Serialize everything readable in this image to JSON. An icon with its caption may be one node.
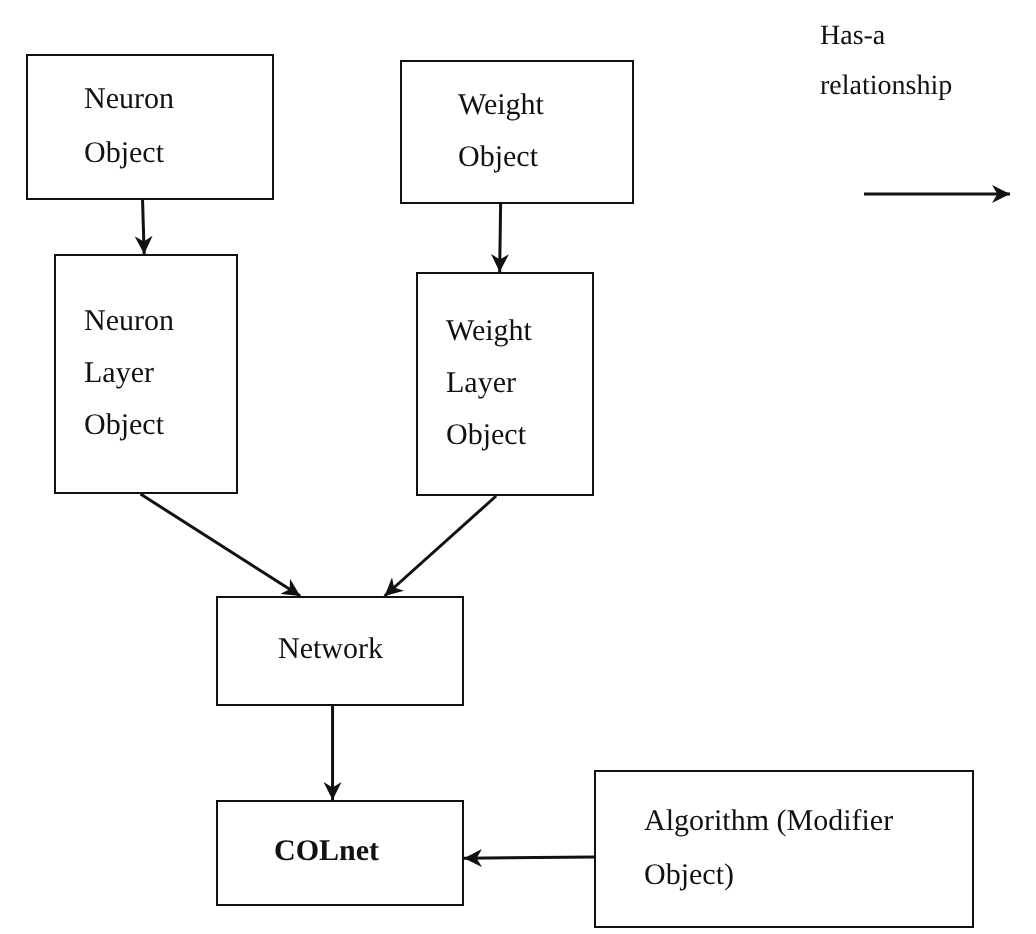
{
  "diagram": {
    "nodes": [
      {
        "text": [
          "Neuron Object"
        ]
      },
      {
        "text": [
          "Weight Object"
        ]
      },
      {
        "text": [
          "Neuron Layer Object"
        ]
      },
      {
        "text": [
          "Weight Layer Object"
        ]
      },
      {
        "text": [
          "Network"
        ]
      },
      {
        "text": [
          "COLnet"
        ]
      },
      {
        "text": [
          "Algorithm (Modifier Object)"
        ]
      }
    ],
    "edges": [
      {
        "from": 0,
        "to": 2,
        "arrow": "to"
      },
      {
        "from": 1,
        "to": 3,
        "arrow": "to"
      },
      {
        "from": 2,
        "to": 4,
        "arrow": "to"
      },
      {
        "from": 3,
        "to": 4,
        "arrow": "to"
      },
      {
        "from": 4,
        "to": 5,
        "arrow": "to"
      },
      {
        "from": 6,
        "to": 5,
        "arrow": "to"
      }
    ],
    "legend": [
      {
        "text": "Has-a relationship"
      }
    ]
  }
}
